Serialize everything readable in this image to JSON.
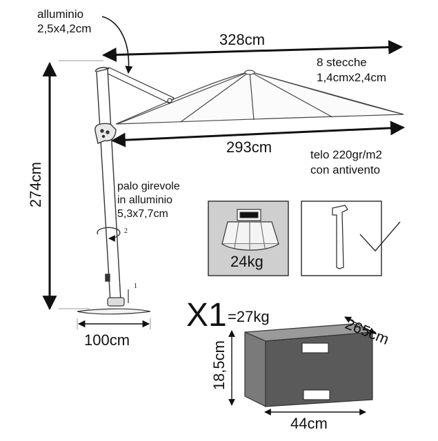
{
  "umbrella": {
    "frame_material": "alluminio",
    "frame_section": "2,5x4,2cm",
    "width_top": "328cm",
    "width_bottom": "293cm",
    "ribs_count": "8 stecche",
    "ribs_section": "1,4cmx2,4cm",
    "fabric_weight": "telo 220gr/m2",
    "fabric_feature": "con antivento",
    "height": "274cm",
    "pole_line1": "palo girevole",
    "pole_line2": "in alluminio",
    "pole_section": "5,3x7,7cm",
    "rotate_marker": "2",
    "step_marker": "1",
    "base_width": "100cm"
  },
  "accessories": {
    "base_weight": "24kg"
  },
  "package": {
    "quantity": "X1",
    "weight": "=27kg",
    "length": "265cm",
    "height": "18,5cm",
    "width": "44cm"
  },
  "colors": {
    "line": "#222222",
    "box_dark": "#5a5a5a",
    "box_side": "#7a7a7a",
    "box_top": "#9a9a9a",
    "panel_bg": "#cfcfcf"
  }
}
